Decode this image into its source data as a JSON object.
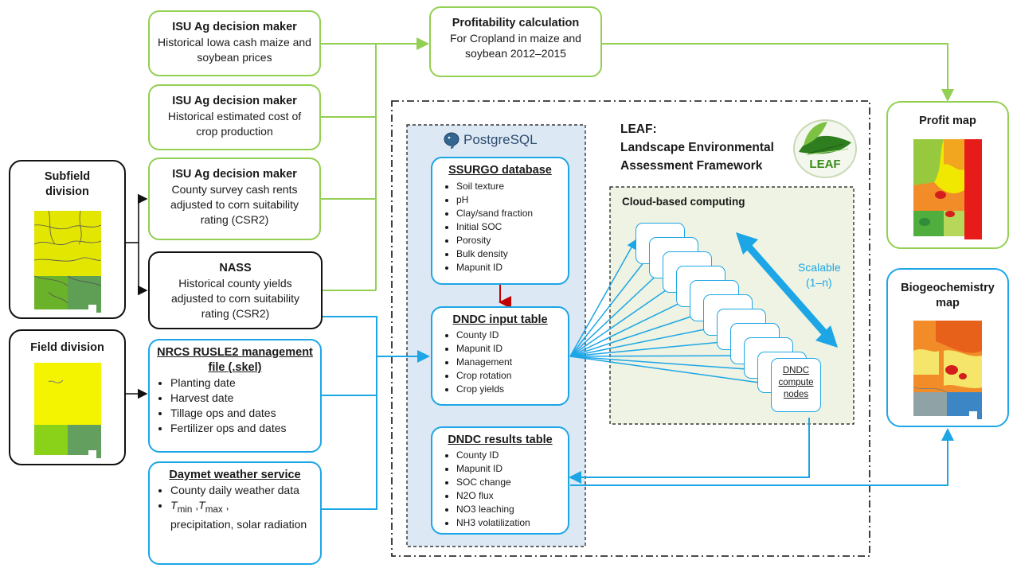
{
  "inputs": {
    "prices": {
      "title": "ISU Ag decision maker",
      "desc": "Historical Iowa cash maize and soybean prices"
    },
    "cost": {
      "title": "ISU Ag decision maker",
      "desc": "Historical estimated cost of crop production"
    },
    "rents": {
      "title": "ISU Ag decision maker",
      "desc": "County survey cash rents adjusted to corn suitability rating (CSR2)"
    },
    "nass": {
      "title": "NASS",
      "desc": "Historical county yields adjusted to corn suitability rating (CSR2)"
    },
    "rusle": {
      "title": "NRCS RUSLE2 management file (.skel)",
      "items": [
        "Planting date",
        "Harvest date",
        "Tillage ops and dates",
        "Fertilizer ops and dates"
      ]
    },
    "daymet": {
      "title": "Daymet weather service",
      "item1": "County daily weather data",
      "tmin_T": "T",
      "tmin_sub": "min",
      "tmax_T": "T",
      "tmax_sub": "max",
      "item2_rest": "precipitation, solar radiation"
    }
  },
  "left": {
    "subfield": "Subfield division",
    "field": "Field division"
  },
  "profitability": {
    "title": "Profitability calculation",
    "desc": "For Cropland in maize and soybean 2012–2015"
  },
  "leaf": {
    "title_line1": "LEAF:",
    "title_line2": "Landscape Environmental",
    "title_line3": "Assessment Framework",
    "logo_text": "LEAF"
  },
  "postgres": {
    "logo_text": "PostgreSQL"
  },
  "ssurgo": {
    "title": "SSURGO database",
    "items": [
      "Soil texture",
      "pH",
      "Clay/sand fraction",
      "Initial SOC",
      "Porosity",
      "Bulk density",
      "Mapunit ID"
    ]
  },
  "dndc_input": {
    "title": "DNDC input table",
    "items": [
      "County ID",
      "Mapunit ID",
      "Management",
      "Crop rotation",
      "Crop yields"
    ]
  },
  "dndc_results": {
    "title": "DNDC results table",
    "items": [
      "County ID",
      "Mapunit ID",
      "SOC change",
      "N2O flux",
      "NO3 leaching",
      "NH3 volatilization"
    ]
  },
  "cloud": {
    "title": "Cloud-based computing",
    "scalable": "Scalable",
    "range": "(1–n)",
    "node_label": "DNDC compute nodes"
  },
  "outputs": {
    "profit": "Profit map",
    "biogeo": "Biogeochemistry map"
  },
  "colors": {
    "green": "#92cf52",
    "blue": "#1da6e6",
    "black": "#111111",
    "db_panel": "#dde8f5",
    "cloud_panel": "#eef3e3",
    "red_arrow": "#c00000"
  }
}
